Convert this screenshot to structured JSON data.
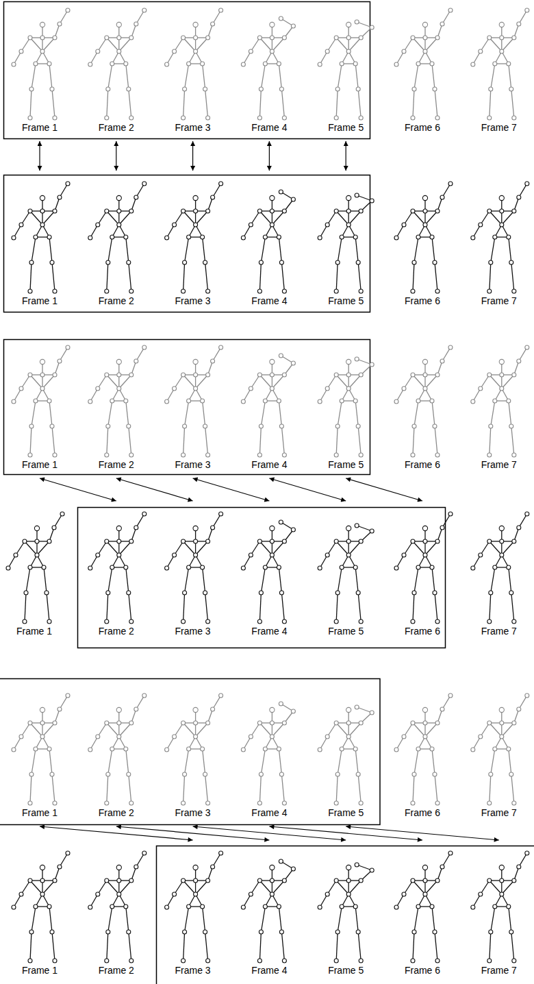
{
  "diagram": {
    "nodes": [
      {
        "text": [
          "Frame 1"
        ]
      },
      {
        "text": [
          "Frame 2"
        ]
      },
      {
        "text": [
          "Frame 3"
        ]
      },
      {
        "text": [
          "Frame 4"
        ]
      },
      {
        "text": [
          "Frame 5"
        ]
      },
      {
        "text": [
          "Frame 6"
        ]
      },
      {
        "text": [
          "Frame 7"
        ]
      },
      {
        "text": [
          "Frame 1"
        ]
      },
      {
        "text": [
          "Frame 2"
        ]
      },
      {
        "text": [
          "Frame 3"
        ]
      },
      {
        "text": [
          "Frame 4"
        ]
      },
      {
        "text": [
          "Frame 5"
        ]
      },
      {
        "text": [
          "Frame 6"
        ]
      },
      {
        "text": [
          "Frame 7"
        ]
      },
      {
        "text": [
          "Frame 1"
        ]
      },
      {
        "text": [
          "Frame 2"
        ]
      },
      {
        "text": [
          "Frame 3"
        ]
      },
      {
        "text": [
          "Frame 4"
        ]
      },
      {
        "text": [
          "Frame 5"
        ]
      },
      {
        "text": [
          "Frame 6"
        ]
      },
      {
        "text": [
          "Frame 7"
        ]
      },
      {
        "text": [
          "Frame 1"
        ]
      },
      {
        "text": [
          "Frame 2"
        ]
      },
      {
        "text": [
          "Frame 3"
        ]
      },
      {
        "text": [
          "Frame 4"
        ]
      },
      {
        "text": [
          "Frame 5"
        ]
      },
      {
        "text": [
          "Frame 6"
        ]
      },
      {
        "text": [
          "Frame 7"
        ]
      },
      {
        "text": [
          "Frame 1"
        ]
      },
      {
        "text": [
          "Frame 2"
        ]
      },
      {
        "text": [
          "Frame 3"
        ]
      },
      {
        "text": [
          "Frame 4"
        ]
      },
      {
        "text": [
          "Frame 5"
        ]
      },
      {
        "text": [
          "Frame 6"
        ]
      },
      {
        "text": [
          "Frame 7"
        ]
      },
      {
        "text": [
          "Frame 1"
        ]
      },
      {
        "text": [
          "Frame 2"
        ]
      },
      {
        "text": [
          "Frame 3"
        ]
      },
      {
        "text": [
          "Frame 4"
        ]
      },
      {
        "text": [
          "Frame 5"
        ]
      },
      {
        "text": [
          "Frame 6"
        ]
      },
      {
        "text": [
          "Frame 7"
        ]
      }
    ],
    "edges": [
      {
        "from": 0,
        "to": 7,
        "arrow": "both"
      },
      {
        "from": 1,
        "to": 8,
        "arrow": "both"
      },
      {
        "from": 2,
        "to": 9,
        "arrow": "both"
      },
      {
        "from": 3,
        "to": 10,
        "arrow": "both"
      },
      {
        "from": 4,
        "to": 11,
        "arrow": "both"
      },
      {
        "from": 14,
        "to": 22,
        "arrow": "both"
      },
      {
        "from": 15,
        "to": 23,
        "arrow": "both"
      },
      {
        "from": 16,
        "to": 24,
        "arrow": "both"
      },
      {
        "from": 17,
        "to": 25,
        "arrow": "both"
      },
      {
        "from": 18,
        "to": 26,
        "arrow": "both"
      },
      {
        "from": 28,
        "to": 37,
        "arrow": "both"
      },
      {
        "from": 29,
        "to": 38,
        "arrow": "both"
      },
      {
        "from": 30,
        "to": 39,
        "arrow": "both"
      },
      {
        "from": 31,
        "to": 40,
        "arrow": "both"
      },
      {
        "from": 32,
        "to": 41,
        "arrow": "both"
      }
    ]
  }
}
